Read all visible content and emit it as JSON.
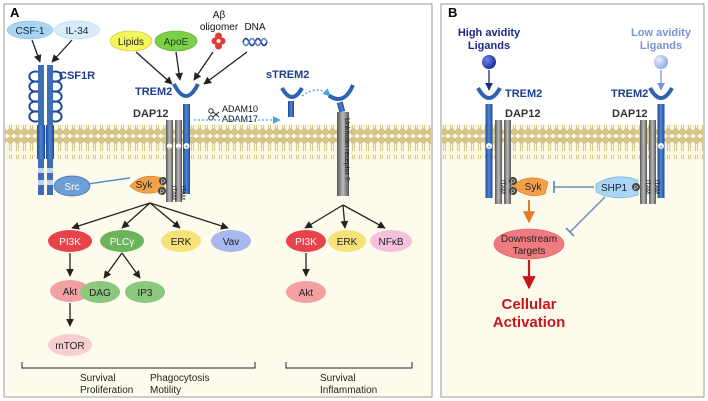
{
  "panel_a": {
    "label": "A",
    "ligands": [
      "CSF-1",
      "IL-34"
    ],
    "csf1r": "CSF1R",
    "trem2_ligands": [
      "Lipids",
      "ApoE"
    ],
    "abeta": "Aβ",
    "oligomer": "oligomer",
    "dna": "DNA",
    "trem2": "TREM2",
    "strem2": "sTREM2",
    "dap12": "DAP12",
    "adam10": "ADAM10",
    "adam17": "ADAM17",
    "unknown_receptor": "Unknown receptor ?",
    "src": "Src",
    "syk": "Syk",
    "itam": "ITAM",
    "p": "P",
    "plus": "+",
    "minus": "-",
    "pathway1": [
      "PI3K",
      "PLCγ",
      "ERK",
      "Vav"
    ],
    "akt": "Akt",
    "dag": "DAG",
    "ip3": "IP3",
    "mtor": "mTOR",
    "pathway2": [
      "PI3K",
      "ERK",
      "NFκB"
    ],
    "akt2": "Akt",
    "outcome1_col1": [
      "Survival",
      "Proliferation"
    ],
    "outcome1_col2": [
      "Phagocytosis",
      "Motility"
    ],
    "outcome2": [
      "Survival",
      "Inflammation"
    ]
  },
  "panel_b": {
    "label": "B",
    "high_avidity": [
      "High avidity",
      "Ligands"
    ],
    "low_avidity": [
      "Low avidity",
      "Ligands"
    ],
    "trem2": "TREM2",
    "dap12": "DAP12",
    "itam": "ITAM",
    "syk": "Syk",
    "shp1": "SHP1",
    "p": "P",
    "plus": "+",
    "downstream": [
      "Downstream",
      "Targets"
    ],
    "result": [
      "Cellular",
      "Activation"
    ]
  },
  "colors": {
    "membrane_head": "#d8c98a",
    "membrane_bg": "#fbf7e3",
    "cytoplasm": "#fdfbee",
    "trem2_blue": "#2f62b0",
    "dark_blue": "#1b2a86",
    "light_blue": "#7a93d6",
    "red_text": "#c8161d",
    "syk_orange": "#f2a04a",
    "arrow_orange": "#e8782a"
  }
}
